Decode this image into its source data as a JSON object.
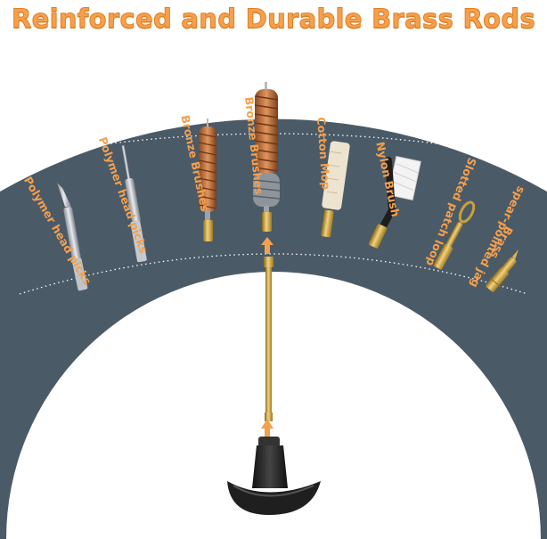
{
  "title": "Reinforced and Durable Brass Rods",
  "accessories": [
    {
      "label": "Polymer head picks",
      "icon": "dental-pick-icon"
    },
    {
      "label": "Polymer head picks",
      "icon": "straight-pick-icon"
    },
    {
      "label": "Bronze Brushes",
      "icon": "small-bronze-brush-icon"
    },
    {
      "label": "Bronze Brushes",
      "icon": "large-bronze-brush-icon"
    },
    {
      "label": "Cotton Mop",
      "icon": "cotton-mop-icon"
    },
    {
      "label": "Nylon Brush",
      "icon": "nylon-brush-icon"
    },
    {
      "label": "Slotted patch loop",
      "icon": "slotted-patch-loop-icon"
    },
    {
      "label": "spear-pointed jag",
      "label_prefix": "Brass",
      "icon": "spear-pointed-jag-icon"
    }
  ],
  "colors": {
    "title": "#f6a04d",
    "label": "#f4a04d",
    "band": "#4b5a67",
    "brass": "#c9a03a",
    "handle": "#2b2b2b"
  }
}
